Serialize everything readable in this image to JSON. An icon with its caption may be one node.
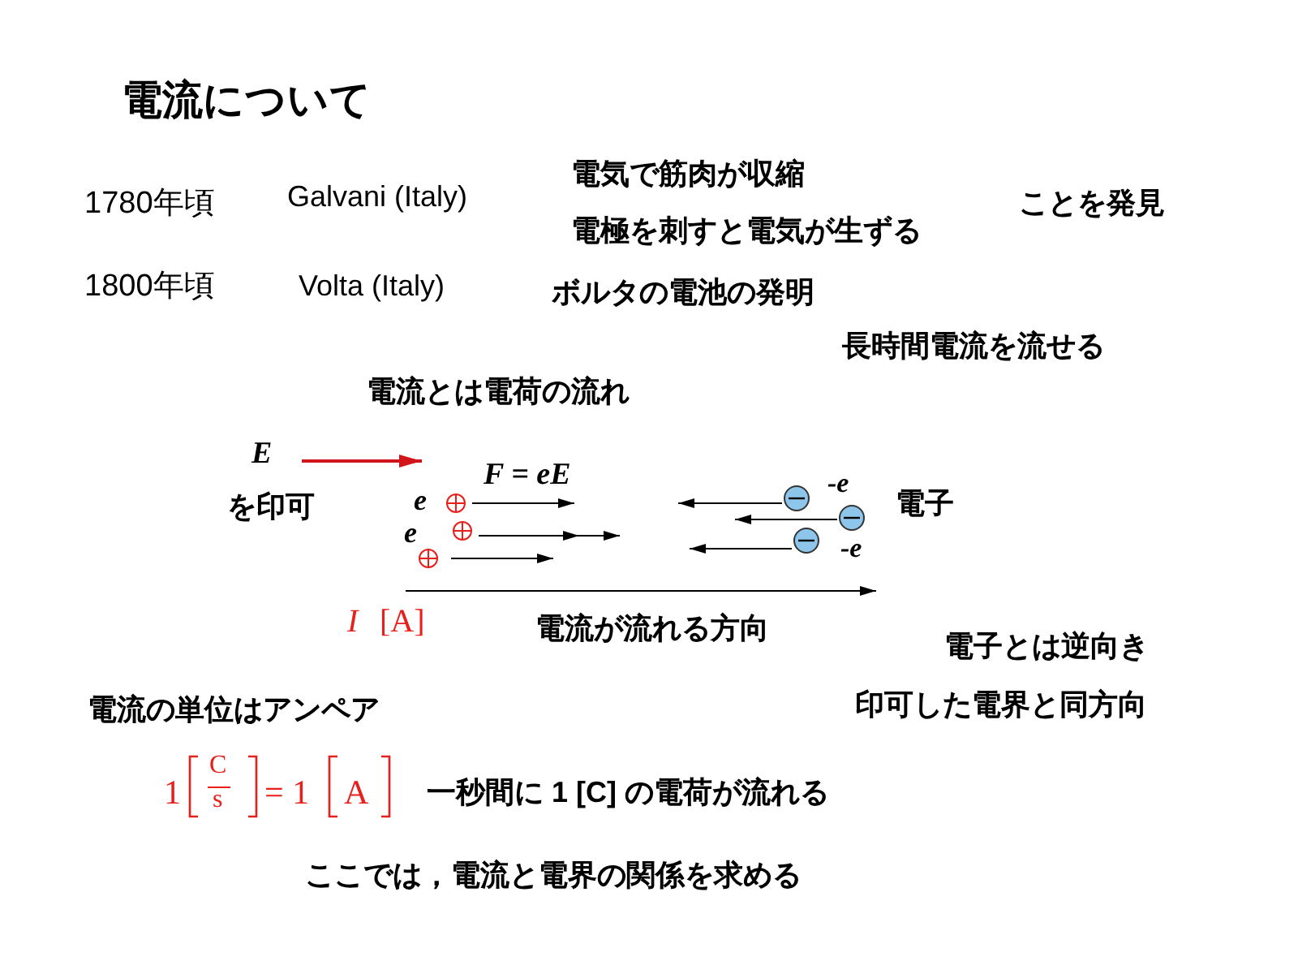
{
  "diagram": {
    "title": "電流について",
    "labels": [
      "1780年頃",
      "Galvani (Italy)",
      "電気で筋肉が収縮",
      "電極を刺すと電気が生ずる",
      "ことを発見",
      "1800年頃",
      "Volta (Italy)",
      "ボルタの電池の発明",
      "長時間電流を流せる",
      "電流とは電荷の流れ",
      "E",
      "を印可",
      "F = eE",
      "e",
      "e",
      "-e",
      "電子",
      "-e",
      "I",
      "[A]",
      "電流が流れる方向",
      "電子とは逆向き",
      "電流の単位はアンペア",
      "印可した電界と同方向",
      "1",
      "C",
      "s",
      "= 1",
      "A",
      "一秒間に 1 [C] の電荷が流れる",
      "ここでは，電流と電界の関係を求める"
    ]
  }
}
